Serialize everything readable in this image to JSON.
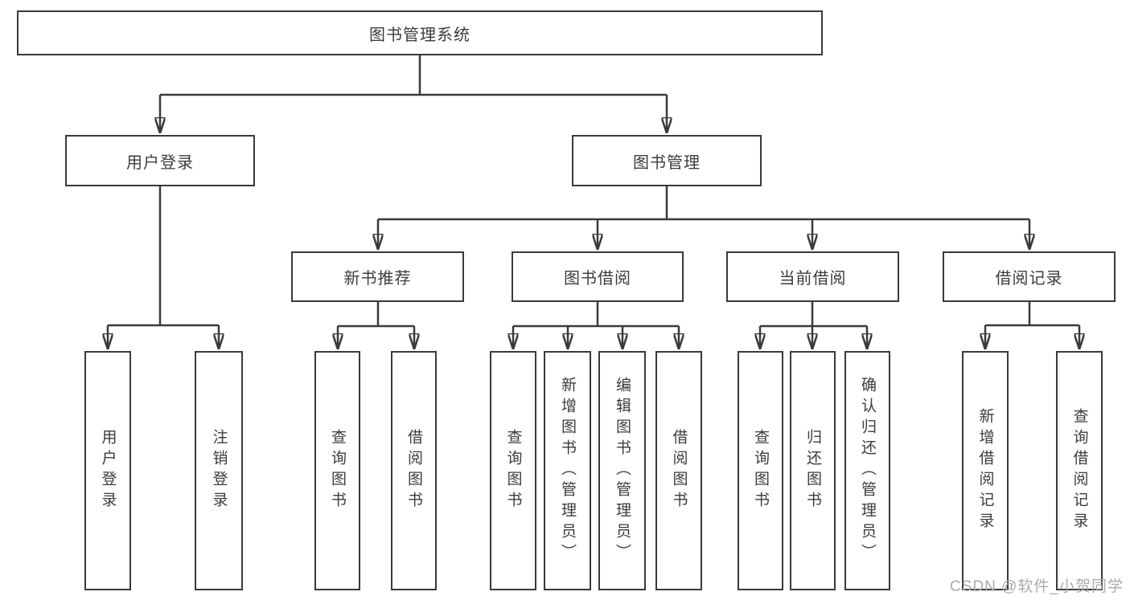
{
  "tree": {
    "label": "图书管理系统",
    "children": [
      {
        "label": "用户登录",
        "children": [
          {
            "label": "用户登录"
          },
          {
            "label": "注销登录"
          }
        ]
      },
      {
        "label": "图书管理",
        "children": [
          {
            "label": "新书推荐",
            "children": [
              {
                "label": "查询图书"
              },
              {
                "label": "借阅图书"
              }
            ]
          },
          {
            "label": "图书借阅",
            "children": [
              {
                "label": "查询图书"
              },
              {
                "label": "新增图书（管理员）"
              },
              {
                "label": "编辑图书（管理员）"
              },
              {
                "label": "借阅图书"
              }
            ]
          },
          {
            "label": "当前借阅",
            "children": [
              {
                "label": "查询图书"
              },
              {
                "label": "归还图书"
              },
              {
                "label": "确认归还（管理员）"
              }
            ]
          },
          {
            "label": "借阅记录",
            "children": [
              {
                "label": "新增借阅记录"
              },
              {
                "label": "查询借阅记录"
              }
            ]
          }
        ]
      }
    ]
  },
  "watermark": {
    "text": "CSDN @软件_小贺同学"
  },
  "colors": {
    "line": "#3a3a3a",
    "text": "#3c3c3c",
    "watermark": "#ababab",
    "background": "#ffffff"
  }
}
